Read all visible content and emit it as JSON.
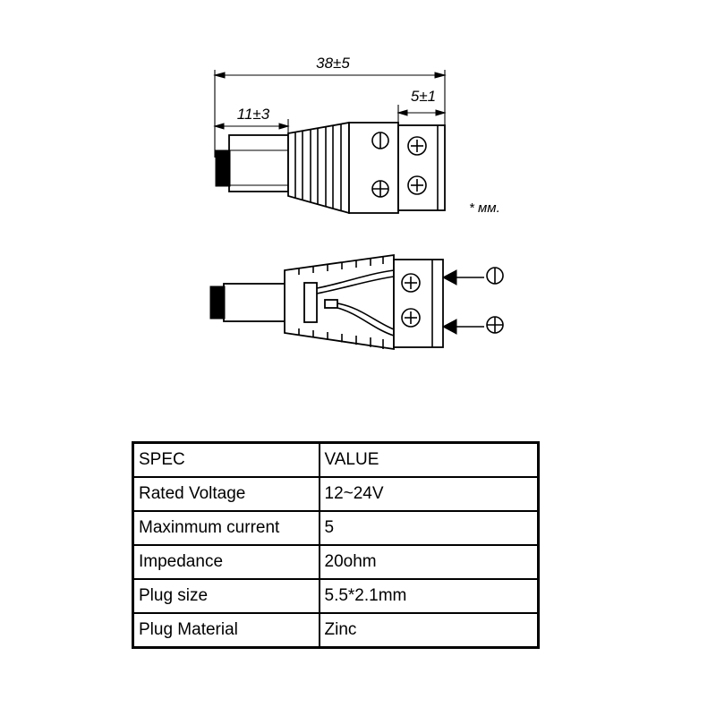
{
  "diagram": {
    "dimensions": {
      "overall_length": "38±5",
      "barrel_length": "11±3",
      "terminal_width": "5±1",
      "unit_note": "* мм."
    },
    "polarity": {
      "negative_icon": "minus-circle-icon",
      "positive_icon": "plus-circle-icon",
      "screw_icon": "crosshead-screw-icon"
    }
  },
  "spec_table": {
    "headers": [
      "SPEC",
      "VALUE"
    ],
    "rows": [
      [
        "Rated Voltage",
        "12~24V"
      ],
      [
        "Maxinmum current",
        "5"
      ],
      [
        "Impedance",
        "20ohm"
      ],
      [
        "Plug size",
        "5.5*2.1mm"
      ],
      [
        "Plug Material",
        "Zinc"
      ]
    ]
  }
}
